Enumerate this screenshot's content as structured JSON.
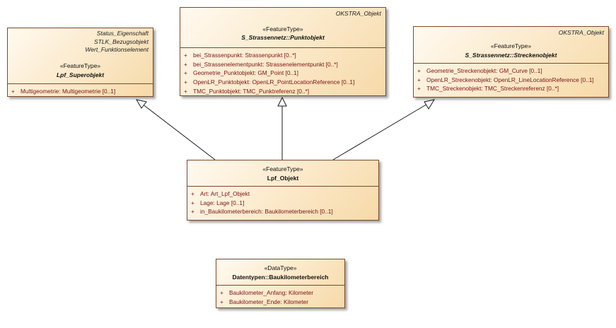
{
  "classes": {
    "superobjekt": {
      "tags": [
        "Status_Eigenschaft",
        "STLK_Bezugsobjekt",
        "Wert_Funktionselement"
      ],
      "stereotype": "«FeatureType»",
      "name": "Lpf_Superobjekt",
      "attributes": [
        {
          "vis": "+",
          "text": "Multigeometrie: Multigeometrie [0..1]"
        }
      ]
    },
    "punktobjekt": {
      "package": "OKSTRA_Objekt",
      "stereotype": "«FeatureType»",
      "name": "S_Strassennetz::Punktobjekt",
      "attributes": [
        {
          "vis": "+",
          "text": "bei_Strassenpunkt: Strassenpunkt [0..*]"
        },
        {
          "vis": "+",
          "text": "bei_Strassenelementpunkt: Strassenelementpunkt [0..*]"
        },
        {
          "vis": "+",
          "text": "Geometrie_Punktobjekt: GM_Point [0..1]"
        },
        {
          "vis": "+",
          "text": "OpenLR_Punktobjekt: OpenLR_PointLocationReference [0..1]"
        },
        {
          "vis": "+",
          "text": "TMC_Punktobjekt: TMC_Punktreferenz [0..*]"
        }
      ]
    },
    "streckenobjekt": {
      "package": "OKSTRA_Objekt",
      "stereotype": "«FeatureType»",
      "name": "S_Strassennetz::Streckenobjekt",
      "attributes": [
        {
          "vis": "+",
          "text": "Geometrie_Streckenobjekt: GM_Curve [0..1]"
        },
        {
          "vis": "+",
          "text": "OpenLR_Streckenobjekt: OpenLR_LineLocationReference [0..1]"
        },
        {
          "vis": "+",
          "text": "TMC_Streckenobjekt: TMC_Streckenreferenz [0..*]"
        }
      ]
    },
    "lpf_objekt": {
      "stereotype": "«FeatureType»",
      "name": "Lpf_Objekt",
      "attributes": [
        {
          "vis": "+",
          "text": "Art: Art_Lpf_Objekt"
        },
        {
          "vis": "+",
          "text": "Lage: Lage [0..1]"
        },
        {
          "vis": "+",
          "text": "in_Baukilometerbereich: Baukilometerbereich [0..1]"
        }
      ]
    },
    "baukilometerbereich": {
      "stereotype": "«DataType»",
      "name": "Datentypen::Baukilometerbereich",
      "attributes": [
        {
          "vis": "+",
          "text": "Baukilometer_Anfang: Kilometer"
        },
        {
          "vis": "+",
          "text": "Baukilometer_Ende: Kilometer"
        }
      ]
    }
  }
}
